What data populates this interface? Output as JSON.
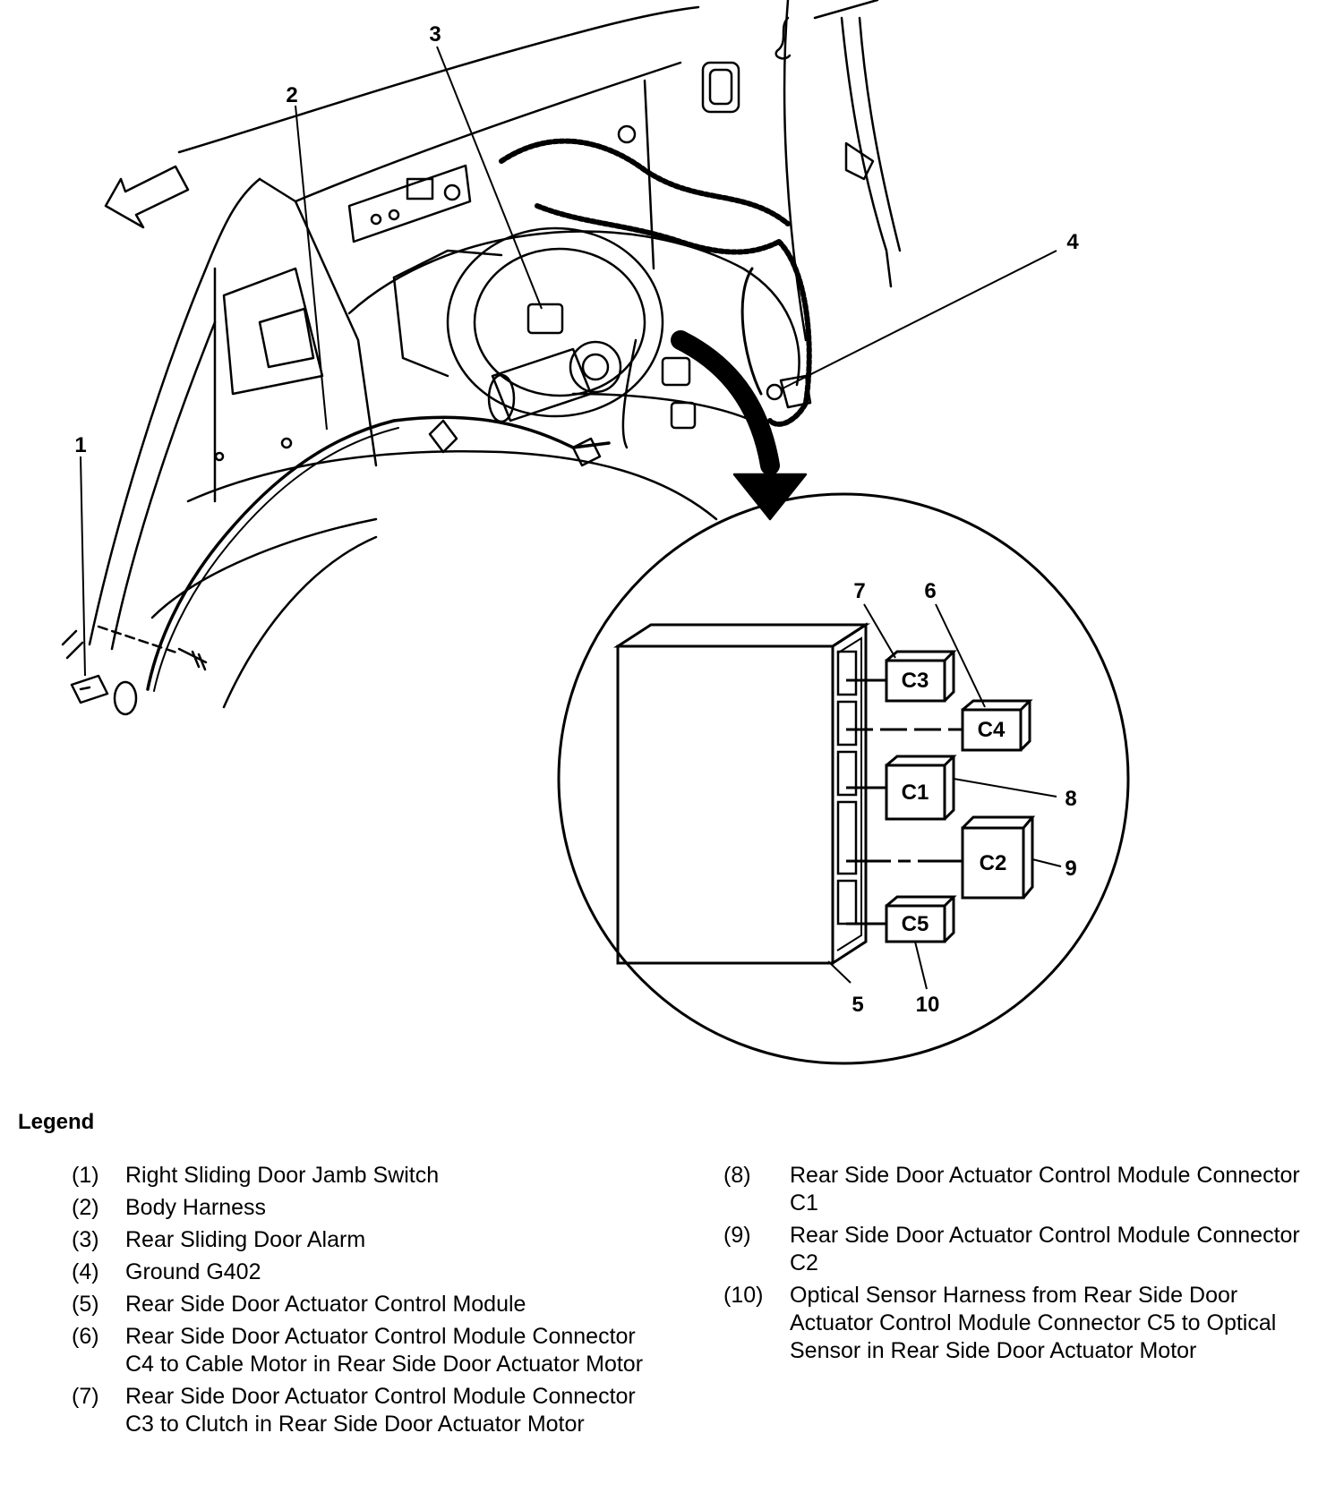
{
  "callouts": {
    "c1": "1",
    "c2": "2",
    "c3": "3",
    "c4": "4",
    "c5": "5",
    "c6": "6",
    "c7": "7",
    "c8": "8",
    "c9": "9",
    "c10": "10"
  },
  "connectors": {
    "C1": "C1",
    "C2": "C2",
    "C3": "C3",
    "C4": "C4",
    "C5": "C5"
  },
  "legend": {
    "title": "Legend",
    "items": [
      {
        "num": "(1)",
        "text": "Right Sliding Door Jamb Switch"
      },
      {
        "num": "(2)",
        "text": "Body Harness"
      },
      {
        "num": "(3)",
        "text": "Rear Sliding Door Alarm"
      },
      {
        "num": "(4)",
        "text": "Ground G402"
      },
      {
        "num": "(5)",
        "text": "Rear Side Door Actuator Control Module"
      },
      {
        "num": "(6)",
        "text": "Rear Side Door Actuator Control Module Connector C4 to Cable Motor in Rear Side Door Actuator Motor"
      },
      {
        "num": "(7)",
        "text": "Rear Side Door Actuator Control Module Connector C3 to Clutch in Rear Side Door Actuator Motor"
      },
      {
        "num": "(8)",
        "text": "Rear Side Door Actuator Control Module Connector C1"
      },
      {
        "num": "(9)",
        "text": "Rear Side Door Actuator Control Module Connector C2"
      },
      {
        "num": "(10)",
        "text": "Optical Sensor Harness from Rear Side Door Actuator Control Module Connector C5 to Optical Sensor in Rear Side Door Actuator Motor"
      }
    ]
  }
}
